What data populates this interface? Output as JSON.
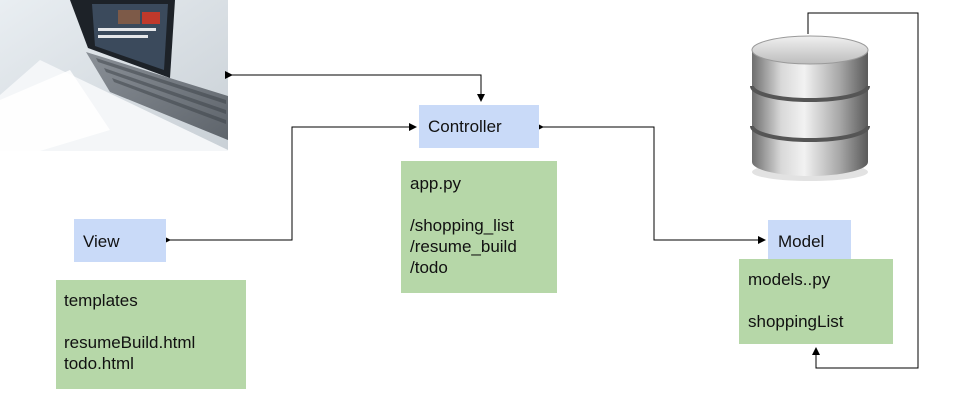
{
  "view": {
    "title": "View",
    "folder": "templates",
    "files": [
      "resumeBuild.html",
      "todo.html"
    ]
  },
  "controller": {
    "title": "Controller",
    "file": "app.py",
    "routes": [
      "/shopping_list",
      "/resume_build",
      "/todo"
    ]
  },
  "model": {
    "title": "Model",
    "file": "models..py",
    "class": "shoppingList"
  },
  "images": {
    "client": "laptop-illustration",
    "database": "database-cylinder-icon"
  },
  "colors": {
    "title_box": "#c9daf8",
    "detail_box": "#b6d7a8",
    "connector": "#000000"
  }
}
